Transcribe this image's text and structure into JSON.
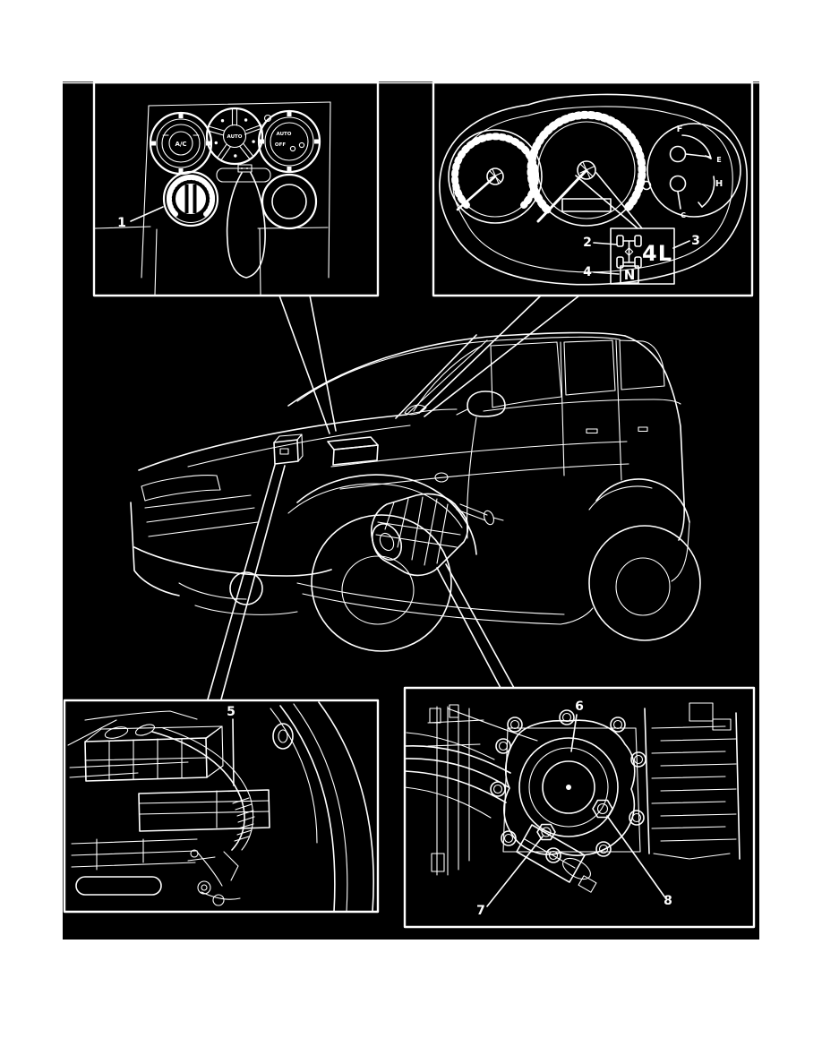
{
  "figure": {
    "kind": "vehicle-4wd-component-location-line-art",
    "colors": {
      "page": "#ffffff",
      "canvas": "#000000",
      "ink": "#ffffff"
    }
  },
  "labels": {
    "c1": "1",
    "c2": "2",
    "c3": "3",
    "c4": "4",
    "c5": "5",
    "c6": "6",
    "c7": "7",
    "c8": "8"
  },
  "indicator_inset": {
    "gear": "4L",
    "neutral": "N"
  },
  "gauges": {
    "fuel_full": "F",
    "fuel_empty": "E",
    "temp_hot": "H",
    "temp_cold": "C"
  },
  "console": {
    "ac": "A/C",
    "mode_auto": "AUTO",
    "fan_auto": "AUTO",
    "fan_off": "OFF"
  }
}
